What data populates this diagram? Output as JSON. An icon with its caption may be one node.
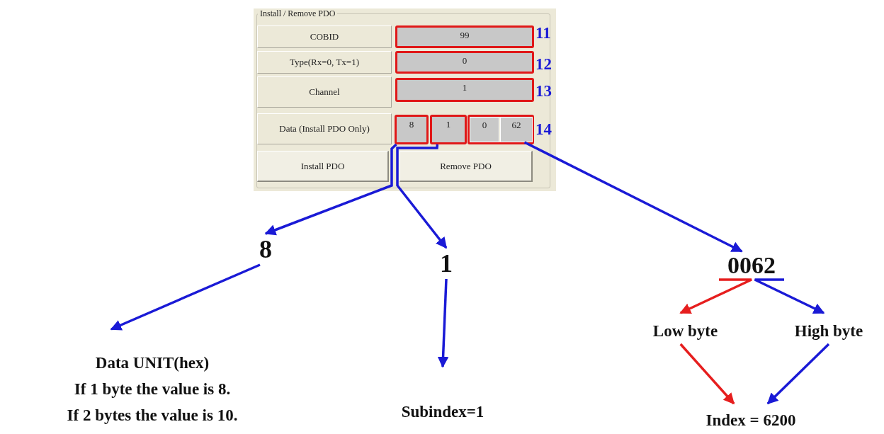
{
  "diagram": {
    "nodes": [
      {
        "text": [
          "Install / Remove PDO"
        ]
      },
      {
        "text": [
          "COBID"
        ],
        "in": 0
      },
      {
        "text": [
          "99"
        ],
        "in": 0
      },
      {
        "text": [
          "Type(Rx=0, Tx=1)"
        ],
        "in": 0
      },
      {
        "text": [
          "0"
        ],
        "in": 0
      },
      {
        "text": [
          "Channel"
        ],
        "in": 0
      },
      {
        "text": [
          "1"
        ],
        "in": 0
      },
      {
        "text": [
          "Data (Install PDO Only)"
        ],
        "in": 0
      },
      {
        "text": [
          "8"
        ],
        "in": 0
      },
      {
        "text": [
          "1"
        ],
        "in": 0
      },
      {
        "text": [
          "0"
        ],
        "in": 0
      },
      {
        "text": [
          "62"
        ],
        "in": 0
      },
      {
        "text": [
          "Install PDO"
        ],
        "in": 0
      },
      {
        "text": [
          "Remove PDO"
        ],
        "in": 0
      },
      {
        "text": [
          "8"
        ]
      },
      {
        "text": [
          "1"
        ]
      },
      {
        "text": [
          "0062"
        ]
      },
      {
        "text": [
          "Data UNIT(hex)",
          "If 1 byte the value is 8.",
          "If 2 bytes the value is 10."
        ]
      },
      {
        "text": [
          "Subindex=1"
        ]
      },
      {
        "text": [
          "Low byte"
        ]
      },
      {
        "text": [
          "High byte"
        ]
      },
      {
        "text": [
          "Index = 6200"
        ]
      }
    ],
    "edges": [
      {
        "from": 8,
        "to": 14,
        "arrow": "to"
      },
      {
        "from": 9,
        "to": 15,
        "arrow": "to"
      },
      {
        "from": 11,
        "to": 16,
        "arrow": "to"
      },
      {
        "from": 14,
        "to": 17,
        "arrow": "to"
      },
      {
        "from": 15,
        "to": 18,
        "arrow": "to"
      },
      {
        "from": 16,
        "to": 19,
        "arrow": "to",
        "color": "#e61e1e"
      },
      {
        "from": 16,
        "to": 20,
        "arrow": "to"
      },
      {
        "from": 19,
        "to": 21,
        "arrow": "to",
        "color": "#e61e1e"
      },
      {
        "from": 20,
        "to": 21,
        "arrow": "to"
      }
    ],
    "labels": [
      "11",
      "12",
      "13",
      "14"
    ]
  }
}
